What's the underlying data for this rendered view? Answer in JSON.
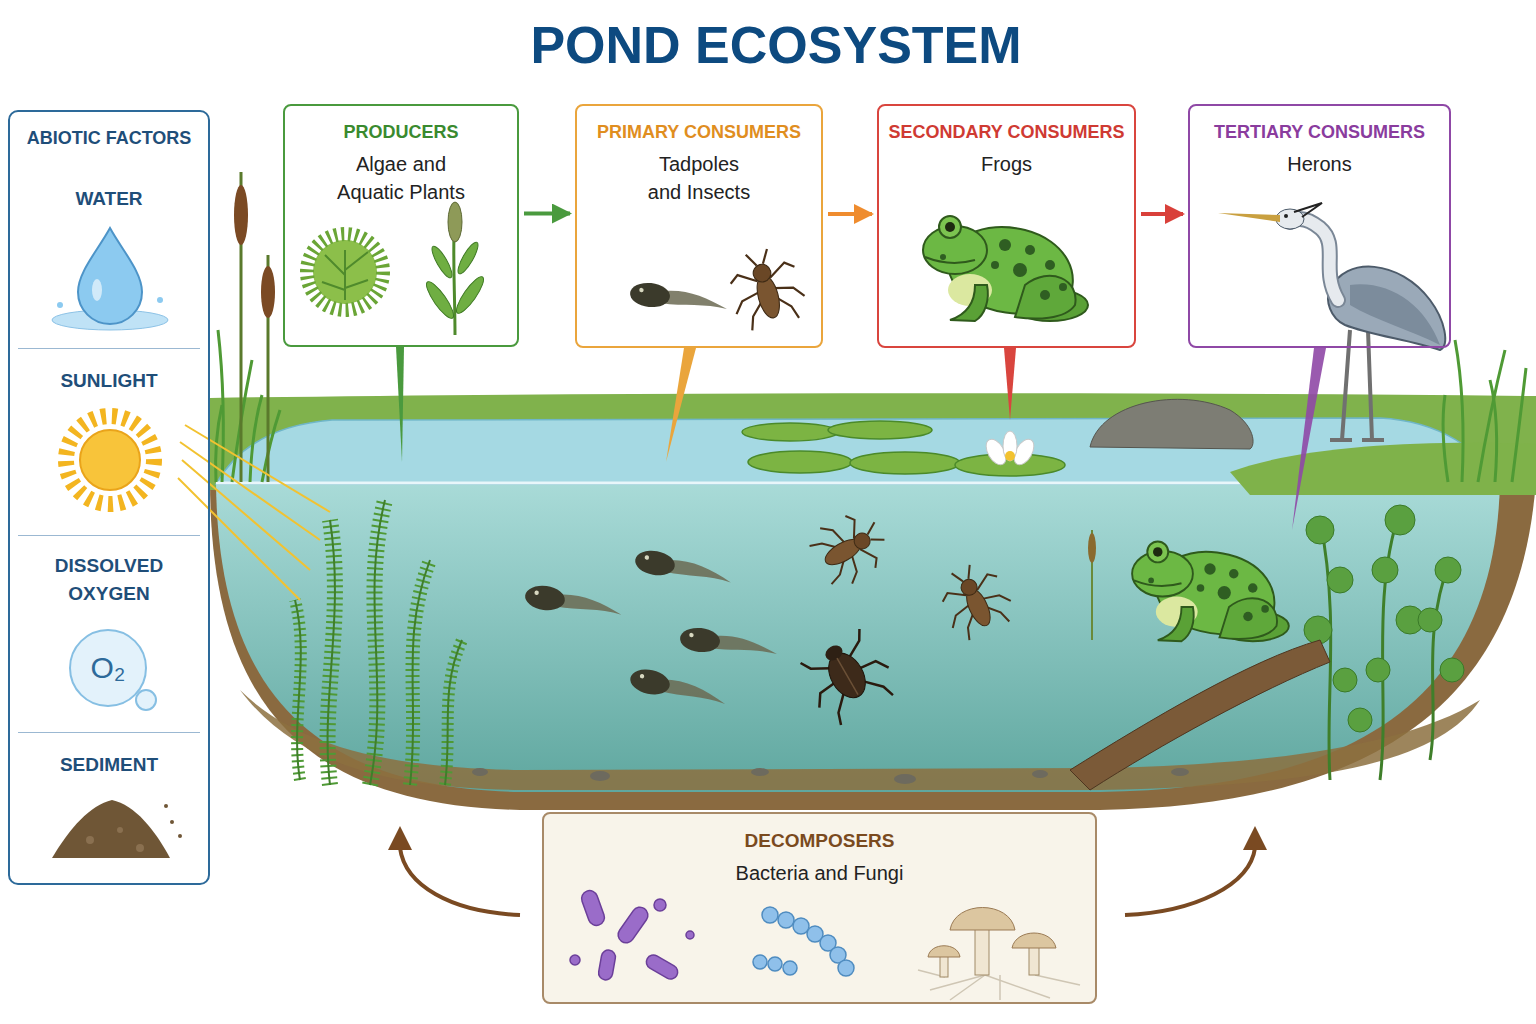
{
  "diagram": {
    "title": "POND ECOSYSTEM",
    "nodes": [
      {
        "text": [
          "ABIOTIC FACTORS"
        ]
      },
      {
        "text": [
          "WATER"
        ],
        "in": 0
      },
      {
        "text": [
          "SUNLIGHT"
        ],
        "in": 0
      },
      {
        "text": [
          "DISSOLVED OXYGEN"
        ],
        "in": 0
      },
      {
        "text": [
          "SEDIMENT"
        ],
        "in": 0
      },
      {
        "text": [
          "PRODUCERS",
          "Algae and Aquatic Plants"
        ]
      },
      {
        "text": [
          "PRIMARY CONSUMERS",
          "Tadpoles and Insects"
        ]
      },
      {
        "text": [
          "SECONDARY CONSUMERS",
          "Frogs"
        ]
      },
      {
        "text": [
          "TERTIARY CONSUMERS",
          "Herons"
        ]
      },
      {
        "text": [
          "DECOMPOSERS",
          "Bacteria and Fungi"
        ]
      }
    ],
    "edges": [
      {
        "from": 5,
        "to": 6,
        "arrow": "to"
      },
      {
        "from": 6,
        "to": 7,
        "arrow": "to"
      },
      {
        "from": 7,
        "to": 8,
        "arrow": "to"
      }
    ],
    "labels": [
      "O₂"
    ]
  }
}
